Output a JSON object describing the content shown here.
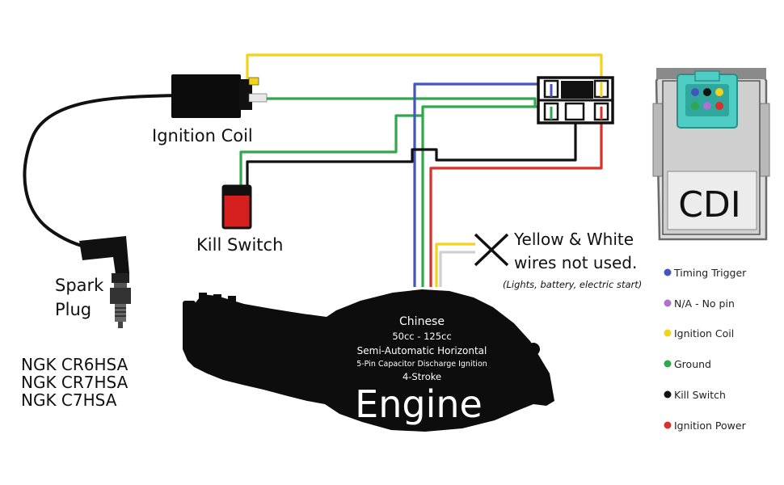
{
  "labels": {
    "ignition_coil": "Ignition Coil",
    "kill_switch": "Kill Switch",
    "spark_plug_line1": "Spark",
    "spark_plug_line2": "Plug",
    "ngk": [
      "NGK CR6HSA",
      "NGK CR7HSA",
      "NGK C7HSA"
    ],
    "cdi": "CDI",
    "unused_line1": "Yellow & White",
    "unused_line2": "wires not used.",
    "unused_note": "(Lights, battery, electric start)"
  },
  "engine": {
    "line1": "Chinese",
    "line2": "50cc - 125cc",
    "line3": "Semi-Automatic Horizontal",
    "line4": "5-Pin Capacitor Discharge Ignition",
    "line5": "4-Stroke",
    "title": "Engine"
  },
  "legend": [
    {
      "label": "Timing Trigger",
      "color": "#4455c0"
    },
    {
      "label": "N/A - No pin",
      "color": "#b070d0"
    },
    {
      "label": "Ignition Coil",
      "color": "#f2d21a"
    },
    {
      "label": "Ground",
      "color": "#2ea84a"
    },
    {
      "label": "Kill Switch",
      "color": "#111111"
    },
    {
      "label": "Ignition Power",
      "color": "#d8302a"
    }
  ],
  "wire_colors": {
    "yellow": "#f2d21a",
    "green": "#2ea84a",
    "blue": "#4455c0",
    "black": "#111111",
    "red": "#d8302a",
    "white": "#d8d8d8",
    "connector_teal": "#4ecdc4"
  }
}
